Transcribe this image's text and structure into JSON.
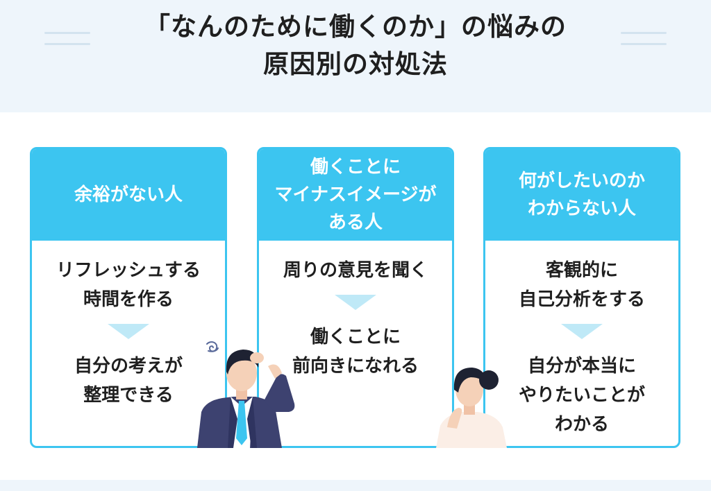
{
  "title": "「なんのために働くのか」の悩みの\n原因別の対処法",
  "colors": {
    "accent": "#3cc5f0",
    "arrow": "#bfe9f7",
    "header_bg": "#eef5fb"
  },
  "cards": [
    {
      "heading": "余裕がない人",
      "action": "リフレッシュする\n時間を作る",
      "result": "自分の考えが\n整理できる"
    },
    {
      "heading": "働くことに\nマイナスイメージが\nある人",
      "action": "周りの意見を聞く",
      "result": "働くことに\n前向きになれる"
    },
    {
      "heading": "何がしたいのか\nわからない人",
      "action": "客観的に\n自己分析をする",
      "result": "自分が本当に\nやりたいことが\nわかる"
    }
  ],
  "illustrations": [
    "worried-businessman",
    "thinking-woman"
  ]
}
